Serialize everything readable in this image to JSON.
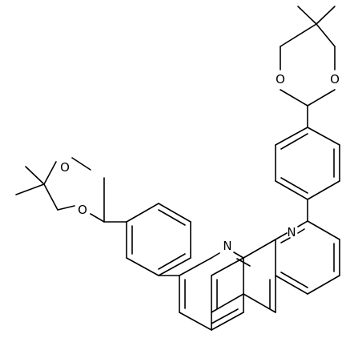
{
  "atoms": {
    "n1": "N",
    "n2": "N",
    "o1": "O",
    "o2": "O",
    "o3": "O",
    "o4": "O"
  },
  "colors": {
    "bond": "#000000",
    "label": "#000000",
    "background": "#ffffff"
  }
}
